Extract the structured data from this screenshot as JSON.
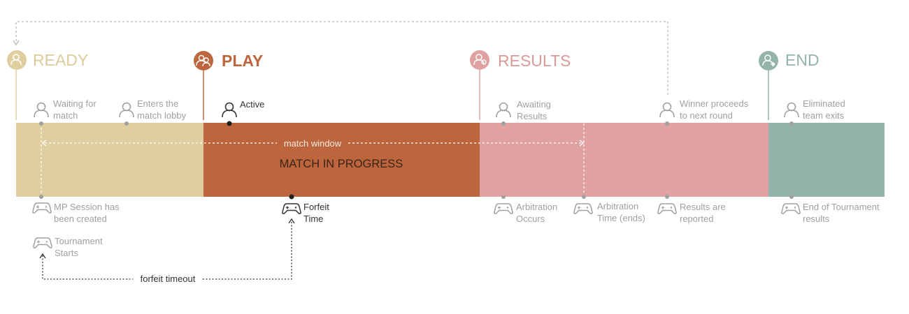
{
  "colors": {
    "ready": "#dfcfa0",
    "ready_text": "#dccb9a",
    "play": "#bd663d",
    "results": "#dfa2a0",
    "results_text": "#d99a98",
    "end": "#93b3ab",
    "gray": "#a0a0a0",
    "dark": "#333333",
    "white": "#ffffff"
  },
  "phases": {
    "ready": "READY",
    "play": "PLAY",
    "results": "RESULTS",
    "end": "END"
  },
  "bar": {
    "match_window": "match window",
    "match_in_progress": "MATCH IN PROGRESS"
  },
  "events_top": {
    "waiting_1": "Waiting for",
    "waiting_2": "match",
    "lobby_1": "Enters the",
    "lobby_2": "match lobby",
    "active": "Active",
    "awaiting_1": "Awaiting",
    "awaiting_2": "Results",
    "winner_1": "Winner proceeds",
    "winner_2": "to next round",
    "eliminated_1": "Eliminated",
    "eliminated_2": "team exits"
  },
  "events_bottom": {
    "session_1": "MP Session has",
    "session_2": "been created",
    "tournament_1": "Tournament",
    "tournament_2": "Starts",
    "forfeit_1": "Forfeit",
    "forfeit_2": "Time",
    "arb_occurs_1": "Arbitration",
    "arb_occurs_2": "Occurs",
    "arb_time_1": "Arbitration",
    "arb_time_2": "Time (ends)",
    "reported_1": "Results are",
    "reported_2": "reported",
    "eot_1": "End of Tournament",
    "eot_2": "results"
  },
  "timeout": {
    "label": "forfeit timeout"
  },
  "icons": {
    "phase": "person-circle-icon",
    "event_top": "person-icon",
    "event_bottom": "gamepad-icon"
  }
}
